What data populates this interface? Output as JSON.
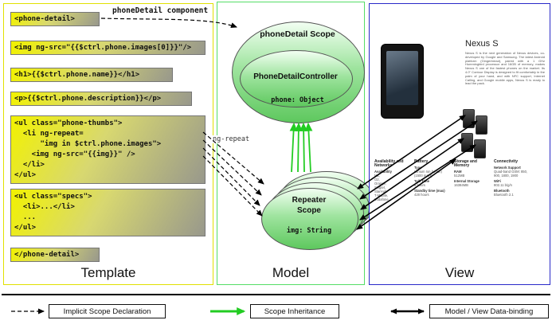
{
  "colors": {
    "template_border": "#e0e000",
    "model_border": "#55dd66",
    "view_border": "#2929c8",
    "scope_fill": "#5ec85e",
    "green_arrow": "#22cc22",
    "code_box_gradient_start": "#f2f200",
    "code_box_gradient_end": "#98988c"
  },
  "panels": {
    "template_label": "Template",
    "model_label": "Model",
    "view_label": "View"
  },
  "annotations": {
    "component_label": "phoneDetail component",
    "ng_repeat_label": "ng-repeat"
  },
  "code": {
    "open_tag": "<phone-detail>",
    "img": "<img ng-src=\"{{$ctrl.phone.images[0]}}\"/>",
    "h1": "<h1>{{$ctrl.phone.name}}</h1>",
    "p": "<p>{{$ctrl.phone.description}}</p>",
    "thumbs": {
      "l1": "<ul class=\"phone-thumbs\">",
      "l2": "  <li ng-repeat=",
      "l3": "      \"img in $ctrl.phone.images\">",
      "l4": "    <img ng-src=\"{{img}}\" />",
      "l5": "  </li>",
      "l6": "</ul>"
    },
    "specs": {
      "l1": "<ul class=\"specs\">",
      "l2": "  <li>...</li>",
      "l3": "  ...",
      "l4": "</ul>"
    },
    "close_tag": "</phone-detail>"
  },
  "model": {
    "scope_title": "phoneDetail Scope",
    "controller_name": "PhoneDetailController",
    "scope_property": "phone: Object",
    "repeater_title_1": "Repeater",
    "repeater_title_2": "Scope",
    "repeater_property": "img: String"
  },
  "view": {
    "product_title": "Nexus S",
    "description": "Nexus S is the next generation of Nexus devices, co-developed by Google and Samsung. The latest Android platform (Gingerbread), paired with a 1 GHz Hummingbird processor and 16GB of memory, makes Nexus S one of the fastest phones on the market. Its 4.0\" Contour Display is designed to fit comfortably in the palm of your hand, and with NFC support, Internet Calling, and Google mobile apps, Nexus S is ready to lead the pack.",
    "specs": {
      "g1": {
        "header": "Availability and Networks",
        "r1": "Availability",
        "r2": "M1,",
        "r3": "O2,",
        "r4": "Orange,",
        "r5": "Singtel,",
        "r6": "StarHub,",
        "r7": "T-Mobile,",
        "r8": "Vodafone"
      },
      "g2": {
        "header": "Battery",
        "r1": "Type",
        "r2": "Lithium Ion (Li-Ion) (1500 mAH)",
        "r3": "Talk Time",
        "r4": "6 hours",
        "r5": "Standby time (max)",
        "r6": "428 hours"
      },
      "g3": {
        "header": "Storage and Memory",
        "r1": "RAM",
        "r2": "512MB",
        "r3": "Internal Storage",
        "r4": "16384MB"
      },
      "g4": {
        "header": "Connectivity",
        "r1": "Network Support",
        "r2": "Quad-band GSM: 850, 900, 1800, 1900",
        "r3": "WiFi",
        "r4": "802.11 b/g/n",
        "r5": "Bluetooth",
        "r6": "Bluetooth 2.1"
      }
    }
  },
  "legend": {
    "implicit": "Implicit Scope Declaration",
    "inheritance": "Scope Inheritance",
    "binding": "Model / View Data-binding"
  }
}
